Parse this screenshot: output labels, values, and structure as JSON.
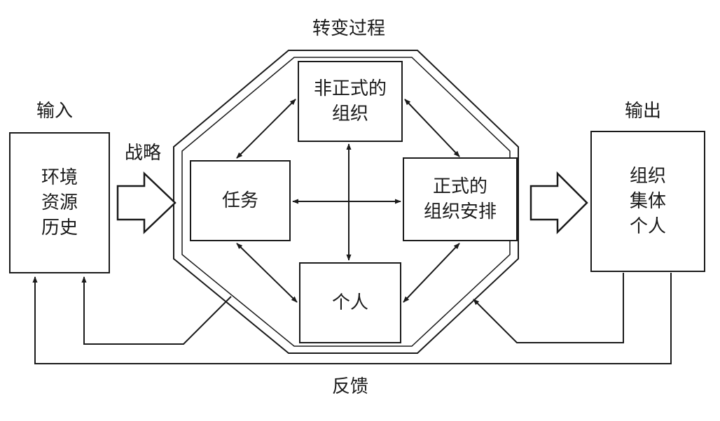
{
  "title": "转变过程",
  "input": {
    "heading": "输入",
    "content": "环境\n资源\n历史"
  },
  "strategy": "战略",
  "output": {
    "heading": "输出",
    "content": "组织\n集体\n个人"
  },
  "transformation": {
    "informal_organization": "非正式的\n组织",
    "task": "任务",
    "formal_arrangements": "正式的\n组织安排",
    "individual": "个人"
  },
  "feedback": "反馈"
}
